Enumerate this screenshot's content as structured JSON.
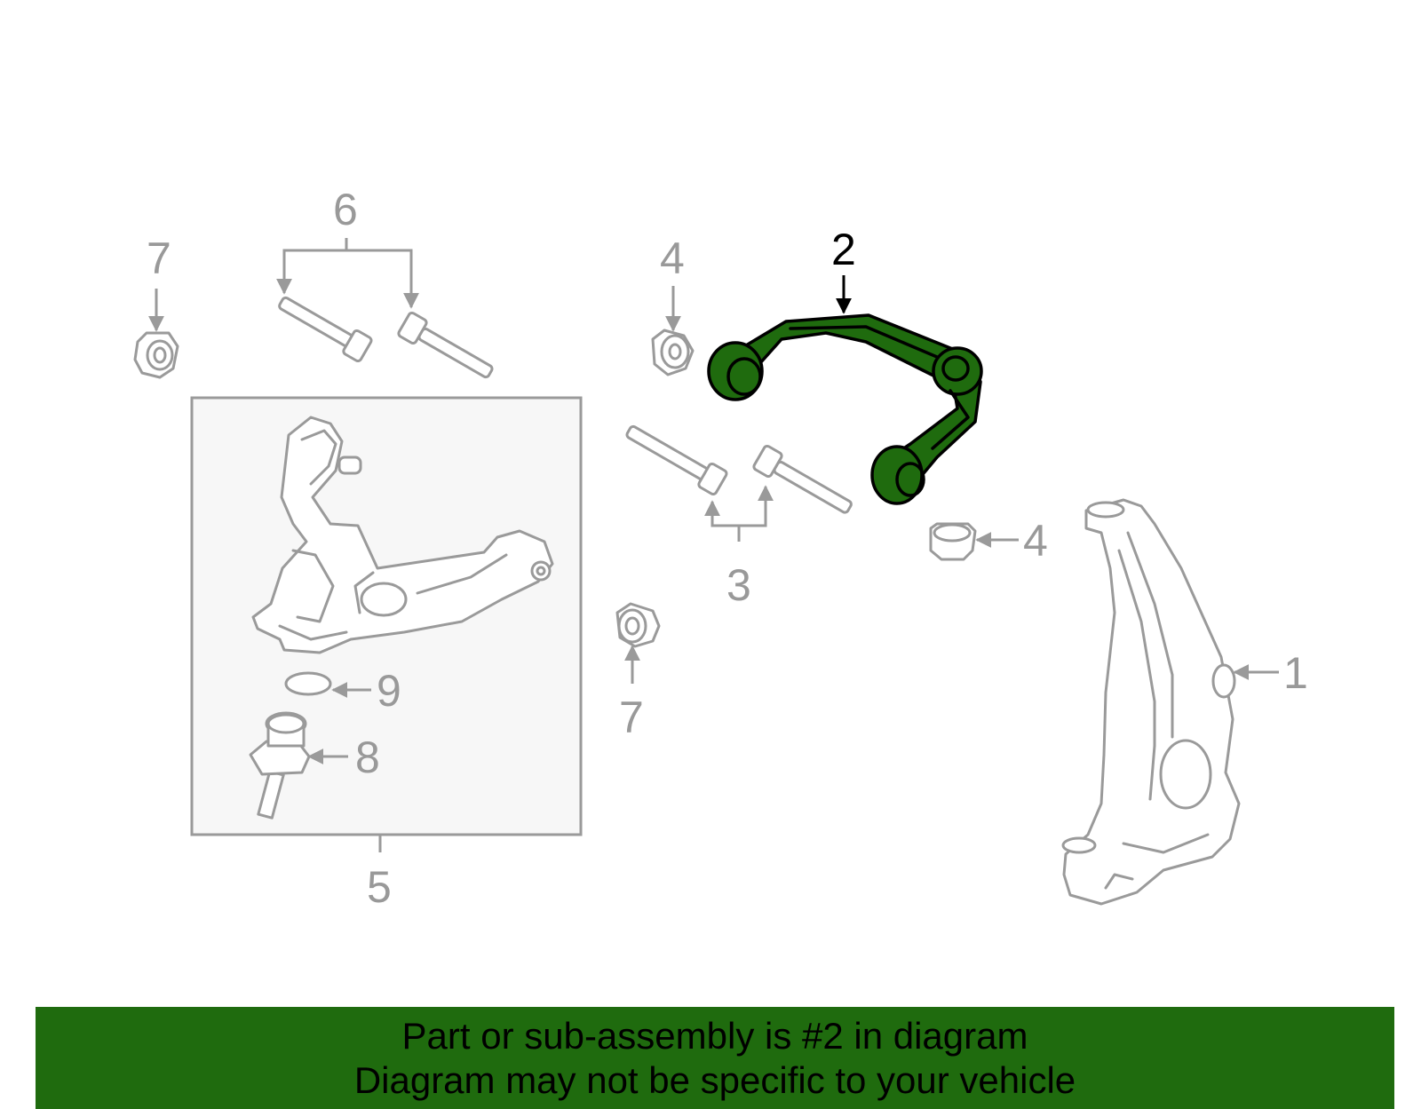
{
  "callouts": {
    "c1": "1",
    "c2": "2",
    "c3": "3",
    "c4a": "4",
    "c4b": "4",
    "c5": "5",
    "c6": "6",
    "c7a": "7",
    "c7b": "7",
    "c8": "8",
    "c9": "9"
  },
  "highlighted_callout": "2",
  "banner": {
    "line1": "Part or sub-assembly is #2 in diagram",
    "line2": "Diagram may not be specific to your vehicle"
  },
  "colors": {
    "highlight": "#1f6b0e",
    "parts": "#9a9a9a",
    "group_box": "#f7f7f7"
  }
}
